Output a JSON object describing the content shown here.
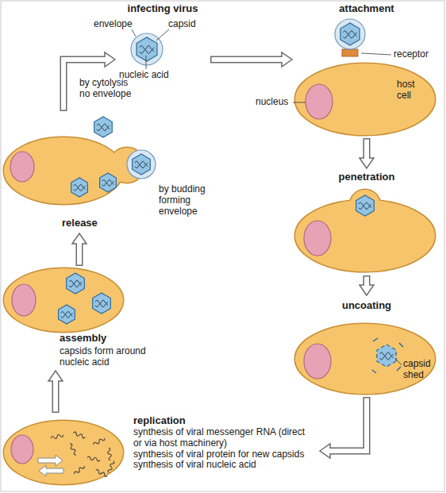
{
  "diagram": {
    "nodes": [
      {
        "text": [
          "infecting virus"
        ]
      },
      {
        "text": [
          "attachment",
          "host cell"
        ]
      },
      {
        "text": [
          "penetration"
        ]
      },
      {
        "text": [
          "uncoating"
        ]
      },
      {
        "text": [
          "replication",
          "synthesis of viral messenger RNA (direct or via host machinery)",
          "synthesis of viral protein for new capsids",
          "synthesis of viral nucleic acid"
        ]
      },
      {
        "text": [
          "assembly",
          "capsids form around nucleic acid"
        ]
      },
      {
        "text": [
          "release"
        ]
      }
    ],
    "edges": [
      {
        "from": 6,
        "to": 0,
        "arrow": "to"
      },
      {
        "from": 0,
        "to": 1,
        "arrow": "to"
      },
      {
        "from": 1,
        "to": 2,
        "arrow": "to"
      },
      {
        "from": 2,
        "to": 3,
        "arrow": "to"
      },
      {
        "from": 3,
        "to": 4,
        "arrow": "to"
      },
      {
        "from": 4,
        "to": 5,
        "arrow": "to"
      },
      {
        "from": 5,
        "to": 6,
        "arrow": "to"
      }
    ],
    "labels": [
      "envelope",
      "capsid",
      "nucleic acid",
      "receptor",
      "nucleus",
      "capsid shed",
      "by cytolysis no envelope",
      "by budding forming envelope"
    ]
  }
}
